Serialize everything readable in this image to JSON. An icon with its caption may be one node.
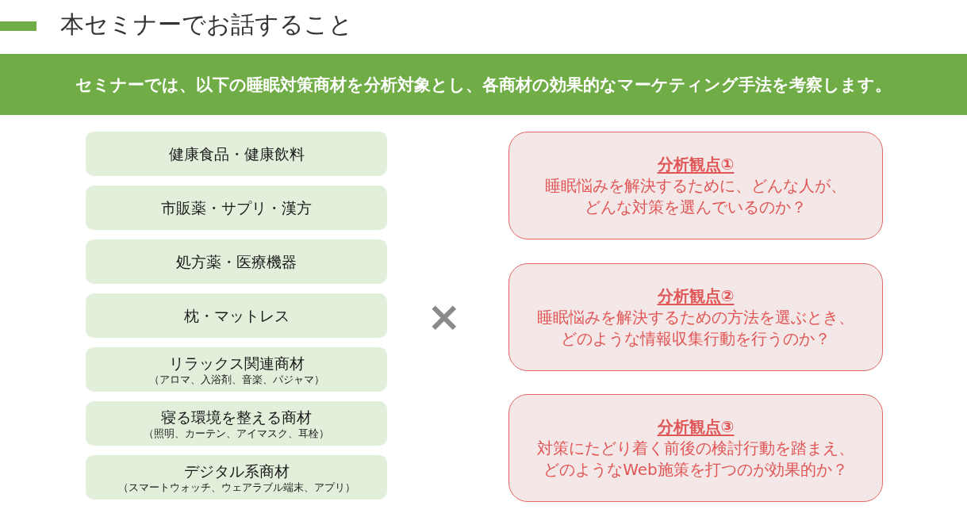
{
  "diagram": {
    "title": "本セミナーでお話すること",
    "nodes": [
      {
        "text": [
          "セミナーでは、以下の睡眠対策商材を分析対象とし、各商材の効果的なマーケティング手法を考察します。"
        ]
      },
      {
        "text": [
          "健康食品・健康飲料"
        ]
      },
      {
        "text": [
          "市販薬・サプリ・漢方"
        ]
      },
      {
        "text": [
          "処方薬・医療機器"
        ]
      },
      {
        "text": [
          "枕・マットレス"
        ]
      },
      {
        "text": [
          "リラックス関連商材",
          "（アロマ、入浴剤、音楽、パジャマ）"
        ]
      },
      {
        "text": [
          "寝る環境を整える商材",
          "（照明、カーテン、アイマスク、耳栓）"
        ]
      },
      {
        "text": [
          "デジタル系商材",
          "（スマートウォッチ、ウェアラブル端末、アプリ）"
        ]
      },
      {
        "text": [
          "分析観点①",
          "睡眠悩みを解決するために、どんな人が、どんな対策を選んでいるのか？"
        ]
      },
      {
        "text": [
          "分析観点②",
          "睡眠悩みを解決するための方法を選ぶとき、どのような情報収集行動を行うのか？"
        ]
      },
      {
        "text": [
          "分析観点③",
          "対策にたどり着く前後の検討行動を踏まえ、どのようなWeb施策を打つのが効果的か？"
        ]
      }
    ],
    "labels": [
      "×"
    ]
  }
}
